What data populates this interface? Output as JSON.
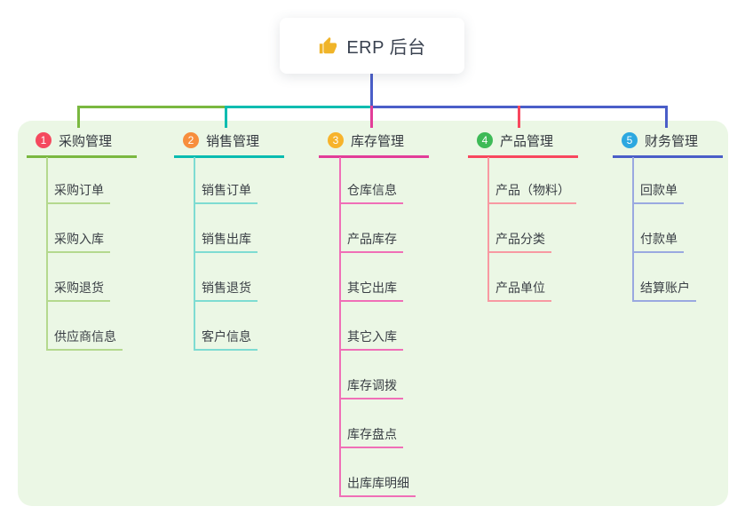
{
  "root": {
    "label": "ERP 后台",
    "icon": "thumbs-up-icon",
    "icon_color": "#f0b429"
  },
  "panel_color": "#ebf7e5",
  "branches": [
    {
      "badge": "1",
      "label": "采购管理",
      "color": "#7ab840",
      "light_color": "#b4d98e",
      "badge_color": "#f5495e",
      "items": [
        "采购订单",
        "采购入库",
        "采购退货",
        "供应商信息"
      ]
    },
    {
      "badge": "2",
      "label": "销售管理",
      "color": "#0abcb0",
      "light_color": "#7edcd2",
      "badge_color": "#f78e3d",
      "items": [
        "销售订单",
        "销售出库",
        "销售退货",
        "客户信息"
      ]
    },
    {
      "badge": "3",
      "label": "库存管理",
      "color": "#e23d98",
      "light_color": "#f06fb7",
      "badge_color": "#f7b32b",
      "items": [
        "仓库信息",
        "产品库存",
        "其它出库",
        "其它入库",
        "库存调拨",
        "库存盘点",
        "出库库明细"
      ]
    },
    {
      "badge": "4",
      "label": "产品管理",
      "color": "#f8475e",
      "light_color": "#f899a2",
      "badge_color": "#3eba57",
      "items": [
        "产品（物料）",
        "产品分类",
        "产品单位"
      ]
    },
    {
      "badge": "5",
      "label": "财务管理",
      "color": "#4a5ec8",
      "light_color": "#9aa9e0",
      "badge_color": "#2ca8e0",
      "items": [
        "回款单",
        "付款单",
        "结算账户"
      ]
    }
  ]
}
